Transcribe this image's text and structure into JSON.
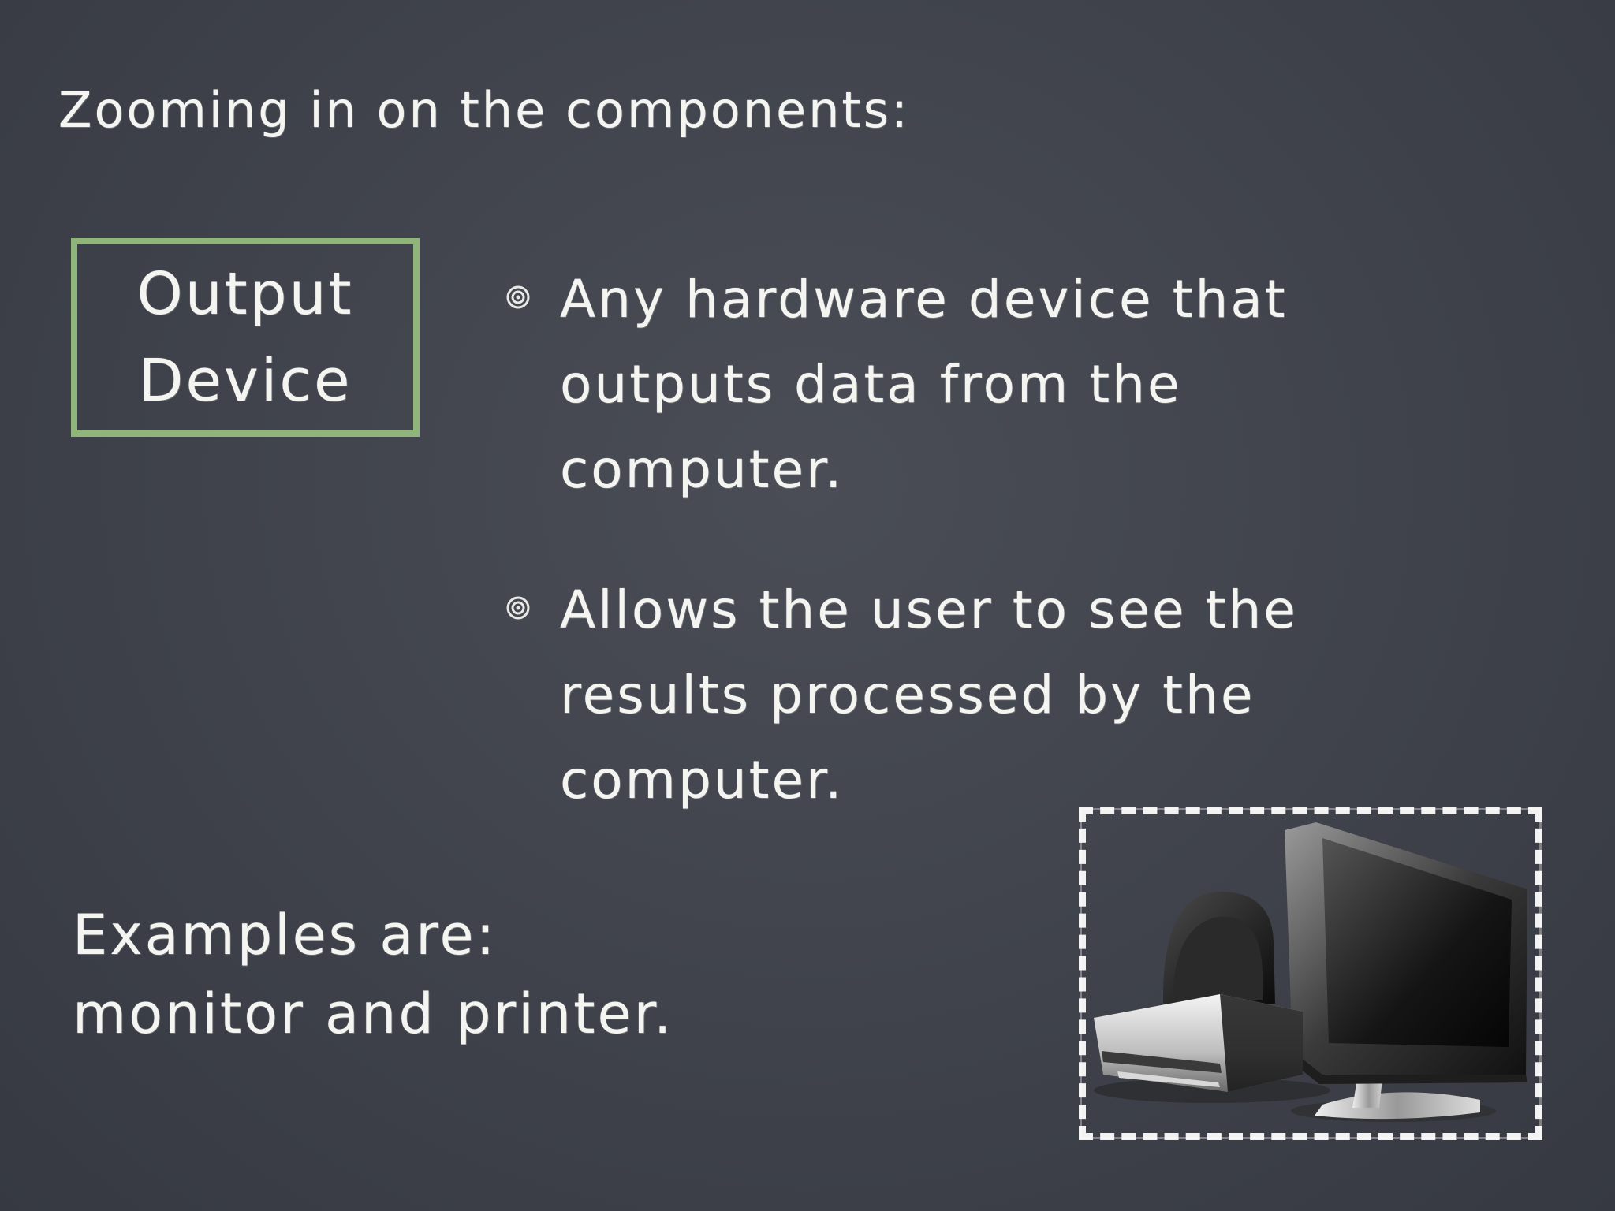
{
  "slide": {
    "title": "Zooming in on the components:",
    "label": {
      "line1": "Output",
      "line2": "Device"
    },
    "bullets": [
      {
        "text": "Any hardware device that outputs data from the computer."
      },
      {
        "text": "Allows the user to see the results processed by the computer."
      }
    ],
    "examples": {
      "line1": "Examples are:",
      "line2": "monitor and printer."
    },
    "image": {
      "icons": [
        "printer-icon",
        "monitor-icon"
      ]
    },
    "colors": {
      "background": "#41444d",
      "chalk": "#f4f4f0",
      "label_border": "#8fb57a"
    }
  }
}
